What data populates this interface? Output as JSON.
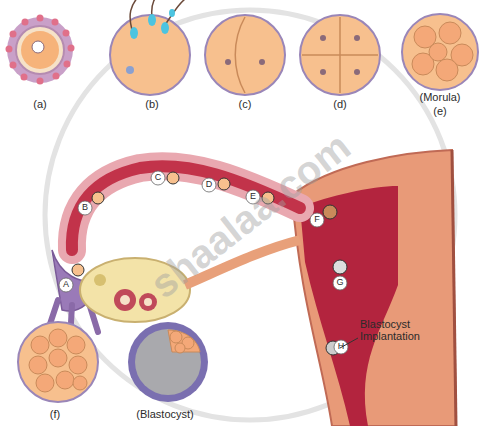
{
  "diagram": {
    "labels": [
      "(a)",
      "(b)",
      "(c)",
      "(d)",
      "(Morula)",
      "(e)",
      "A",
      "B",
      "C",
      "D",
      "E",
      "F",
      "G",
      "H",
      "Blastocyst Implantation",
      "(f)",
      "(Blastocyst)",
      "shaalaa.com"
    ]
  }
}
